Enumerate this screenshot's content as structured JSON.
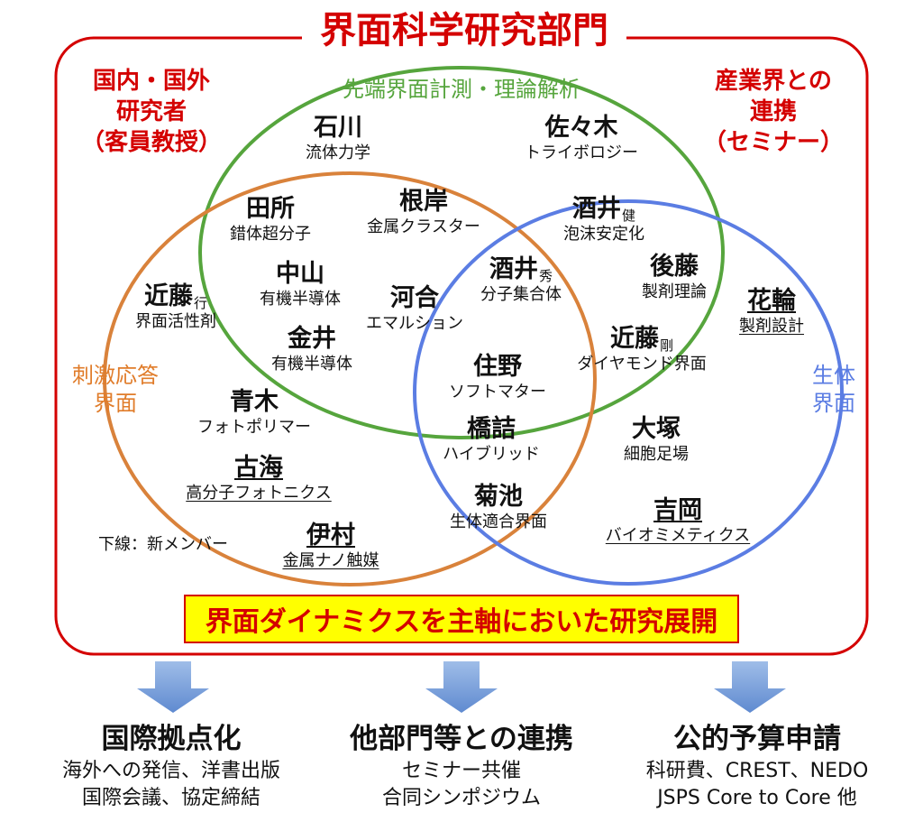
{
  "title": "界面科学研究部門",
  "corners": {
    "left": [
      "国内・国外",
      "研究者",
      "（客員教授）"
    ],
    "right": [
      "産業界との",
      "連携",
      "（セミナー）"
    ]
  },
  "circles": {
    "green": "先端界面計測・理論解析",
    "orange": [
      "刺激応答",
      "界面"
    ],
    "blue": [
      "生体",
      "界面"
    ]
  },
  "members": [
    {
      "id": "ishikawa",
      "name": "石川",
      "sub": "",
      "topic": "流体力学",
      "underline": false
    },
    {
      "id": "sasaki",
      "name": "佐々木",
      "sub": "",
      "topic": "トライボロジー",
      "underline": false
    },
    {
      "id": "tadokoro",
      "name": "田所",
      "sub": "",
      "topic": "錯体超分子",
      "underline": false
    },
    {
      "id": "negishi",
      "name": "根岸",
      "sub": "",
      "topic": "金属クラスター",
      "underline": false
    },
    {
      "id": "sakai-ken",
      "name": "酒井",
      "sub": "健",
      "topic": "泡沫安定化",
      "underline": false
    },
    {
      "id": "goto",
      "name": "後藤",
      "sub": "",
      "topic": "製剤理論",
      "underline": false
    },
    {
      "id": "nakayama",
      "name": "中山",
      "sub": "",
      "topic": "有機半導体",
      "underline": false
    },
    {
      "id": "sakai-hide",
      "name": "酒井",
      "sub": "秀",
      "topic": "分子集合体",
      "underline": false
    },
    {
      "id": "kondo-yuki",
      "name": "近藤",
      "sub": "行",
      "topic": "界面活性剤",
      "underline": false
    },
    {
      "id": "kawai",
      "name": "河合",
      "sub": "",
      "topic": "エマルション",
      "underline": false
    },
    {
      "id": "hanawa",
      "name": "花輪",
      "sub": "",
      "topic": "製剤設計",
      "underline": true
    },
    {
      "id": "kanai",
      "name": "金井",
      "sub": "",
      "topic": "有機半導体",
      "underline": false
    },
    {
      "id": "kondo-go",
      "name": "近藤",
      "sub": "剛",
      "topic": "ダイヤモンド界面",
      "underline": false
    },
    {
      "id": "sumino",
      "name": "住野",
      "sub": "",
      "topic": "ソフトマター",
      "underline": false
    },
    {
      "id": "aoki",
      "name": "青木",
      "sub": "",
      "topic": "フォトポリマー",
      "underline": false
    },
    {
      "id": "hashizume",
      "name": "橋詰",
      "sub": "",
      "topic": "ハイブリッド",
      "underline": false
    },
    {
      "id": "otsuka",
      "name": "大塚",
      "sub": "",
      "topic": "細胞足場",
      "underline": false
    },
    {
      "id": "furumi",
      "name": "古海",
      "sub": "",
      "topic": "高分子フォトニクス",
      "underline": true
    },
    {
      "id": "kikuchi",
      "name": "菊池",
      "sub": "",
      "topic": "生体適合界面",
      "underline": false
    },
    {
      "id": "yoshioka",
      "name": "吉岡",
      "sub": "",
      "topic": "バイオミメティクス",
      "underline": true
    },
    {
      "id": "imura",
      "name": "伊村",
      "sub": "",
      "topic": "金属ナノ触媒",
      "underline": true
    }
  ],
  "legend": "下線：新メンバー",
  "banner": "界面ダイナミクスを主軸においた研究展開",
  "outcomes": [
    {
      "head": "国際拠点化",
      "lines": [
        "海外への発信、洋書出版",
        "国際会議、協定締結"
      ]
    },
    {
      "head": "他部門等との連携",
      "lines": [
        "セミナー共催",
        "合同シンポジウム"
      ]
    },
    {
      "head": "公的予算申請",
      "lines": [
        "科研費、CREST、NEDO",
        "JSPS Core to Core 他"
      ]
    }
  ],
  "colors": {
    "frame": "#d40000",
    "green_circle": "#56a53d",
    "orange_circle": "#d9823b",
    "blue_circle": "#5b7de3",
    "banner_bg": "#ffff00",
    "arrow": "#6f98d8"
  }
}
